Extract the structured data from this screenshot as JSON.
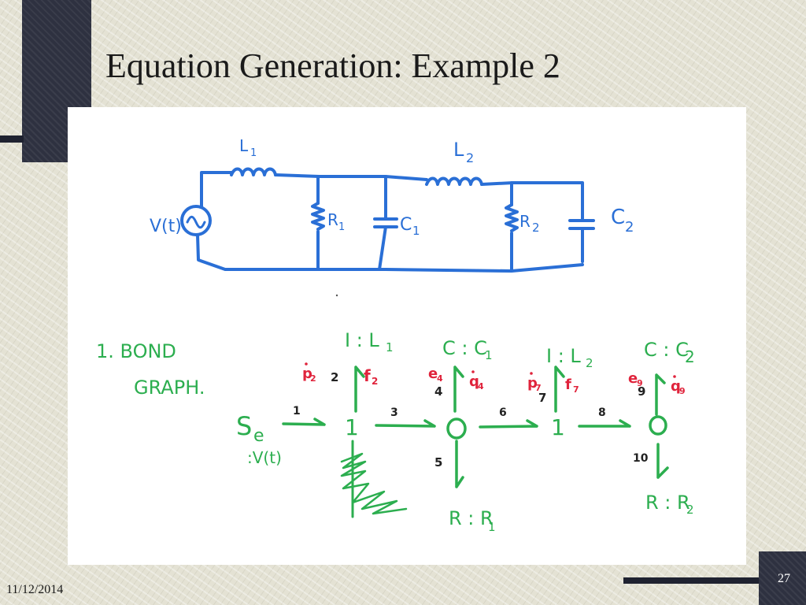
{
  "slide": {
    "title": "Equation Generation: Example 2",
    "date": "11/12/2014",
    "page_number": "27"
  },
  "colors": {
    "circuit_ink": "#2a6fd6",
    "bond_graph_ink": "#2cae4f",
    "causal_ink": "#e0243c",
    "ink_dark": "#222222",
    "frame_dark": "#2e3140"
  },
  "circuit": {
    "source_label": "V(t)",
    "inductor_1": "L",
    "inductor_1_sub": "1",
    "inductor_2": "L",
    "inductor_2_sub": "2",
    "resistor_1": "R",
    "resistor_1_sub": "1",
    "capacitor_1": "C",
    "capacitor_1_sub": "1",
    "resistor_2": "R",
    "resistor_2_sub": "2",
    "capacitor_2": "C",
    "capacitor_2_sub": "2"
  },
  "bond_graph": {
    "heading_line_1": "1. BOND",
    "heading_line_2": "GRAPH.",
    "source": "S",
    "source_sub": "e",
    "source_value": ":V(t)",
    "junctions": [
      "1",
      "0",
      "1",
      "0"
    ],
    "bond_numbers": [
      "1",
      "2",
      "3",
      "4",
      "5",
      "6",
      "7",
      "8",
      "9",
      "10"
    ],
    "elements": {
      "I_L1": "I : L",
      "I_L1_sub": "1",
      "C_C1": "C : C",
      "C_C1_sub": "1",
      "I_L2": "I : L",
      "I_L2_sub": "2",
      "C_C2": "C : C",
      "C_C2_sub": "2",
      "R_R1": "R : R",
      "R_R1_sub": "1",
      "R_R2": "R : R",
      "R_R2_sub": "2"
    },
    "causal_labels": {
      "p2": "p",
      "p2_sub": "2",
      "f2": "f",
      "f2_sub": "2",
      "e4": "e",
      "e4_sub": "4",
      "q4": "q",
      "q4_sub": "4",
      "p7": "p",
      "p7_sub": "7",
      "f7": "f",
      "f7_sub": "7",
      "e9": "e",
      "e9_sub": "9",
      "q9": "q",
      "q9_sub": "9"
    }
  }
}
